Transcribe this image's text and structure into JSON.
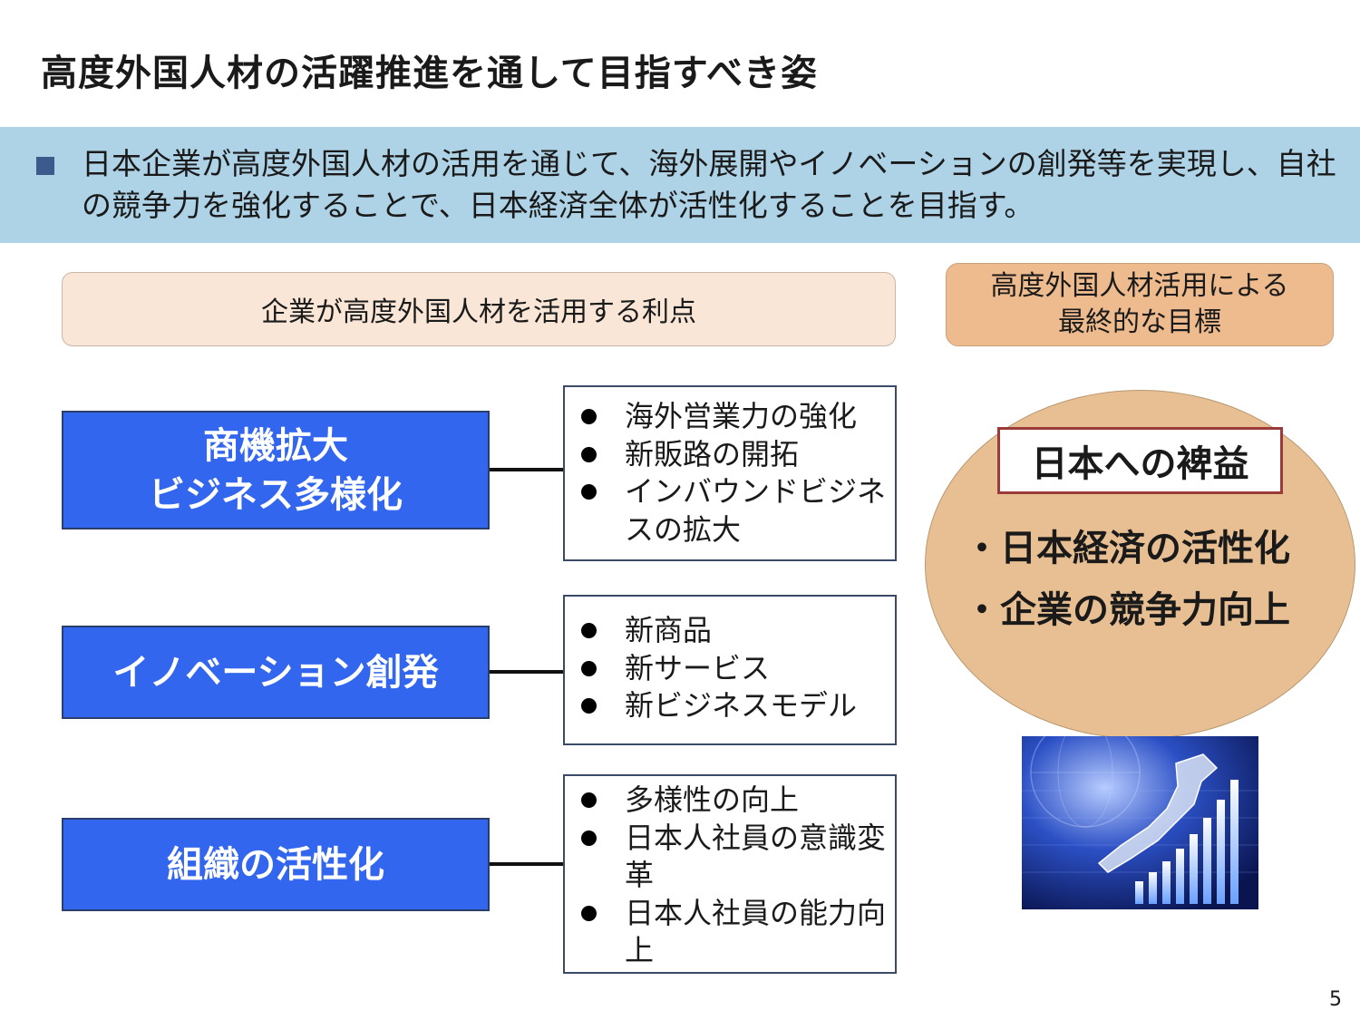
{
  "title": "高度外国人材の活躍推進を通して目指すべき姿",
  "banner": {
    "text": "日本企業が高度外国人材の活用を通じて、海外展開やイノベーションの創発等を実現し、自社の競争力を強化することで、日本経済全体が活性化することを目指す。"
  },
  "left_header": "企業が高度外国人材を活用する利点",
  "right_header": "高度外国人材活用による\n最終的な目標",
  "benefits": [
    {
      "label": "商機拡大\nビジネス多様化",
      "items": [
        "海外営業力の強化",
        "新販路の開拓",
        "インバウンドビジネスの拡大"
      ]
    },
    {
      "label": "イノベーション創発",
      "items": [
        "新商品",
        "新サービス",
        "新ビジネスモデル"
      ]
    },
    {
      "label": "組織の活性化",
      "items": [
        "多様性の向上",
        "日本人社員の意識変革",
        "日本人社員の能力向上"
      ]
    }
  ],
  "goal": {
    "heading": "日本への裨益",
    "items": [
      "・日本経済の活性化",
      "・企業の競争力向上"
    ]
  },
  "image": {
    "icon": "japan-map-growth-chart-icon"
  },
  "page_number": "5"
}
